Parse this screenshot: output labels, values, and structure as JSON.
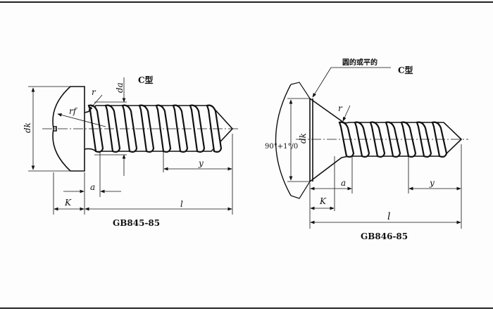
{
  "left_figure": {
    "type_label": "C型",
    "labels": {
      "r": "r",
      "rf": "rf",
      "da": "da",
      "dk": "dk",
      "a": "a",
      "K": "K",
      "l": "l",
      "y": "y"
    },
    "caption": "GB845-85"
  },
  "right_figure": {
    "type_label": "C型",
    "note": "圆的或平的",
    "angle": "90°+1°/0",
    "labels": {
      "r": "r",
      "dk": "dk",
      "a": "a",
      "K": "K",
      "l": "l",
      "y": "y"
    },
    "caption": "GB846-85"
  }
}
